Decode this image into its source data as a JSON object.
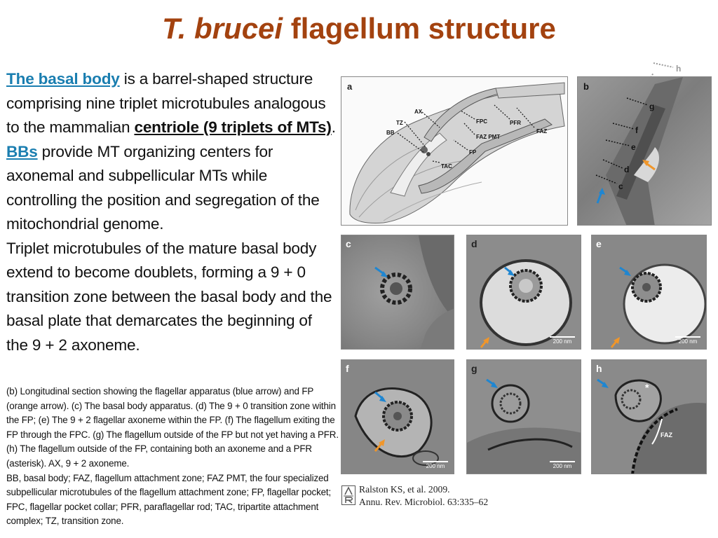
{
  "title": {
    "italic": "T. brucei",
    "rest": " flagellum structure"
  },
  "main": {
    "p1_link": "The basal body",
    "p1_a": " is a barrel-shaped structure comprising nine triplet microtubules analogous to the mammalian ",
    "p1_bold": "centriole (9 triplets of MTs)",
    "p1_end": ".",
    "p2_link": "BBs",
    "p2_rest": " provide MT organizing centers for axonemal and subpellicular MTs while controlling the position and segregation of the mitochondrial genome.",
    "p3": "Triplet microtubules of the mature basal body extend to become doublets, forming a 9 + 0 transition zone between the basal body and the basal plate that demarcates the beginning of the 9 + 2 axoneme."
  },
  "caption": {
    "c1": "(b) Longitudinal section showing the flagellar apparatus (blue arrow) and FP (orange arrow). (c) The basal body apparatus. (d) The 9 + 0 transition zone within the FP; (e) The 9 + 2 flagellar axoneme within the FP. (f) The flagellum exiting the FP through the FPC. (g) The flagellum outside of the FP but not yet having a PFR. (h) The flagellum outside of the FP, containing both an axoneme and a PFR (asterisk). AX, 9 + 2 axoneme.",
    "c2": "BB, basal body; FAZ, flagellum attachment zone; FAZ PMT, the four specialized subpellicular microtubules of the flagellum attachment zone; FP, flagellar pocket; FPC, flagellar pocket collar; PFR, paraflagellar rod; TAC, tripartite attachment complex; TZ, transition zone."
  },
  "figure": {
    "panel_a": {
      "letter": "a",
      "labels": {
        "ax": "AX",
        "tz": "TZ",
        "bb": "BB",
        "fpc": "FPC",
        "pfr": "PFR",
        "faz": "FAZ",
        "fazpmt": "FAZ PMT",
        "fp": "FP",
        "tac": "TAC"
      }
    },
    "panel_b": {
      "letter": "b",
      "labels": {
        "g": "g",
        "f": "f",
        "e": "e",
        "d": "d",
        "c": "c"
      }
    },
    "h_marker": "h",
    "panel_c": {
      "letter": "c"
    },
    "panel_d": {
      "letter": "d",
      "scale": "200 nm"
    },
    "panel_e": {
      "letter": "e",
      "scale": "200 nm"
    },
    "panel_f": {
      "letter": "f",
      "scale": "200 nm"
    },
    "panel_g": {
      "letter": "g",
      "scale": "200 nm"
    },
    "panel_h": {
      "letter": "h",
      "asterisk": "*",
      "faz": "FAZ"
    }
  },
  "reference": {
    "line1": "Ralston KS, et al. 2009.",
    "line2": "Annu. Rev. Microbiol. 63:335–62"
  },
  "colors": {
    "title": "#a3420f",
    "link": "#1a7eb0",
    "blue_arrow": "#1f86d1",
    "orange_arrow": "#f0962a"
  }
}
